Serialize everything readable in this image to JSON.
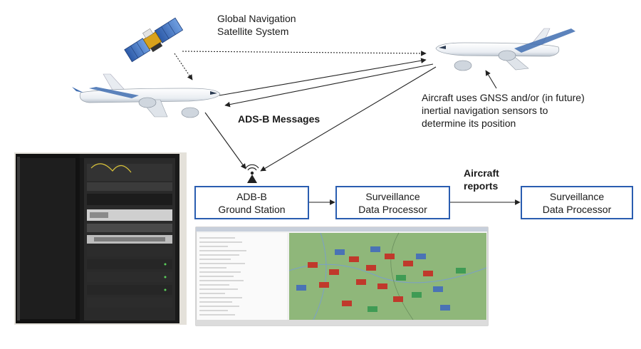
{
  "labels": {
    "gnss": [
      "Global Navigation",
      "Satellite System"
    ],
    "adsb_messages": "ADS-B Messages",
    "aircraft_note": [
      "Aircraft uses GNSS and/or (in future)",
      "inertial navigation sensors to",
      "determine its position"
    ],
    "aircraft_reports": [
      "Aircraft",
      "reports"
    ]
  },
  "boxes": {
    "ground_station": [
      "ADB-B",
      "Ground Station"
    ],
    "processor_1": [
      "Surveillance",
      "Data Processor"
    ],
    "processor_2": [
      "Surveillance",
      "Data Processor"
    ]
  },
  "icons": {
    "satellite": "satellite-icon",
    "aircraft_left": "aircraft-icon",
    "aircraft_right": "aircraft-icon",
    "antenna": "antenna-icon",
    "rack": "server-rack-photo",
    "display": "radar-display-screenshot"
  },
  "colors": {
    "box_border": "#2a5db0",
    "arrow": "#222222",
    "map_green": "#8fb77a",
    "target_red": "#c0392b",
    "target_blue": "#4a73b5",
    "target_green": "#3f9b54"
  }
}
